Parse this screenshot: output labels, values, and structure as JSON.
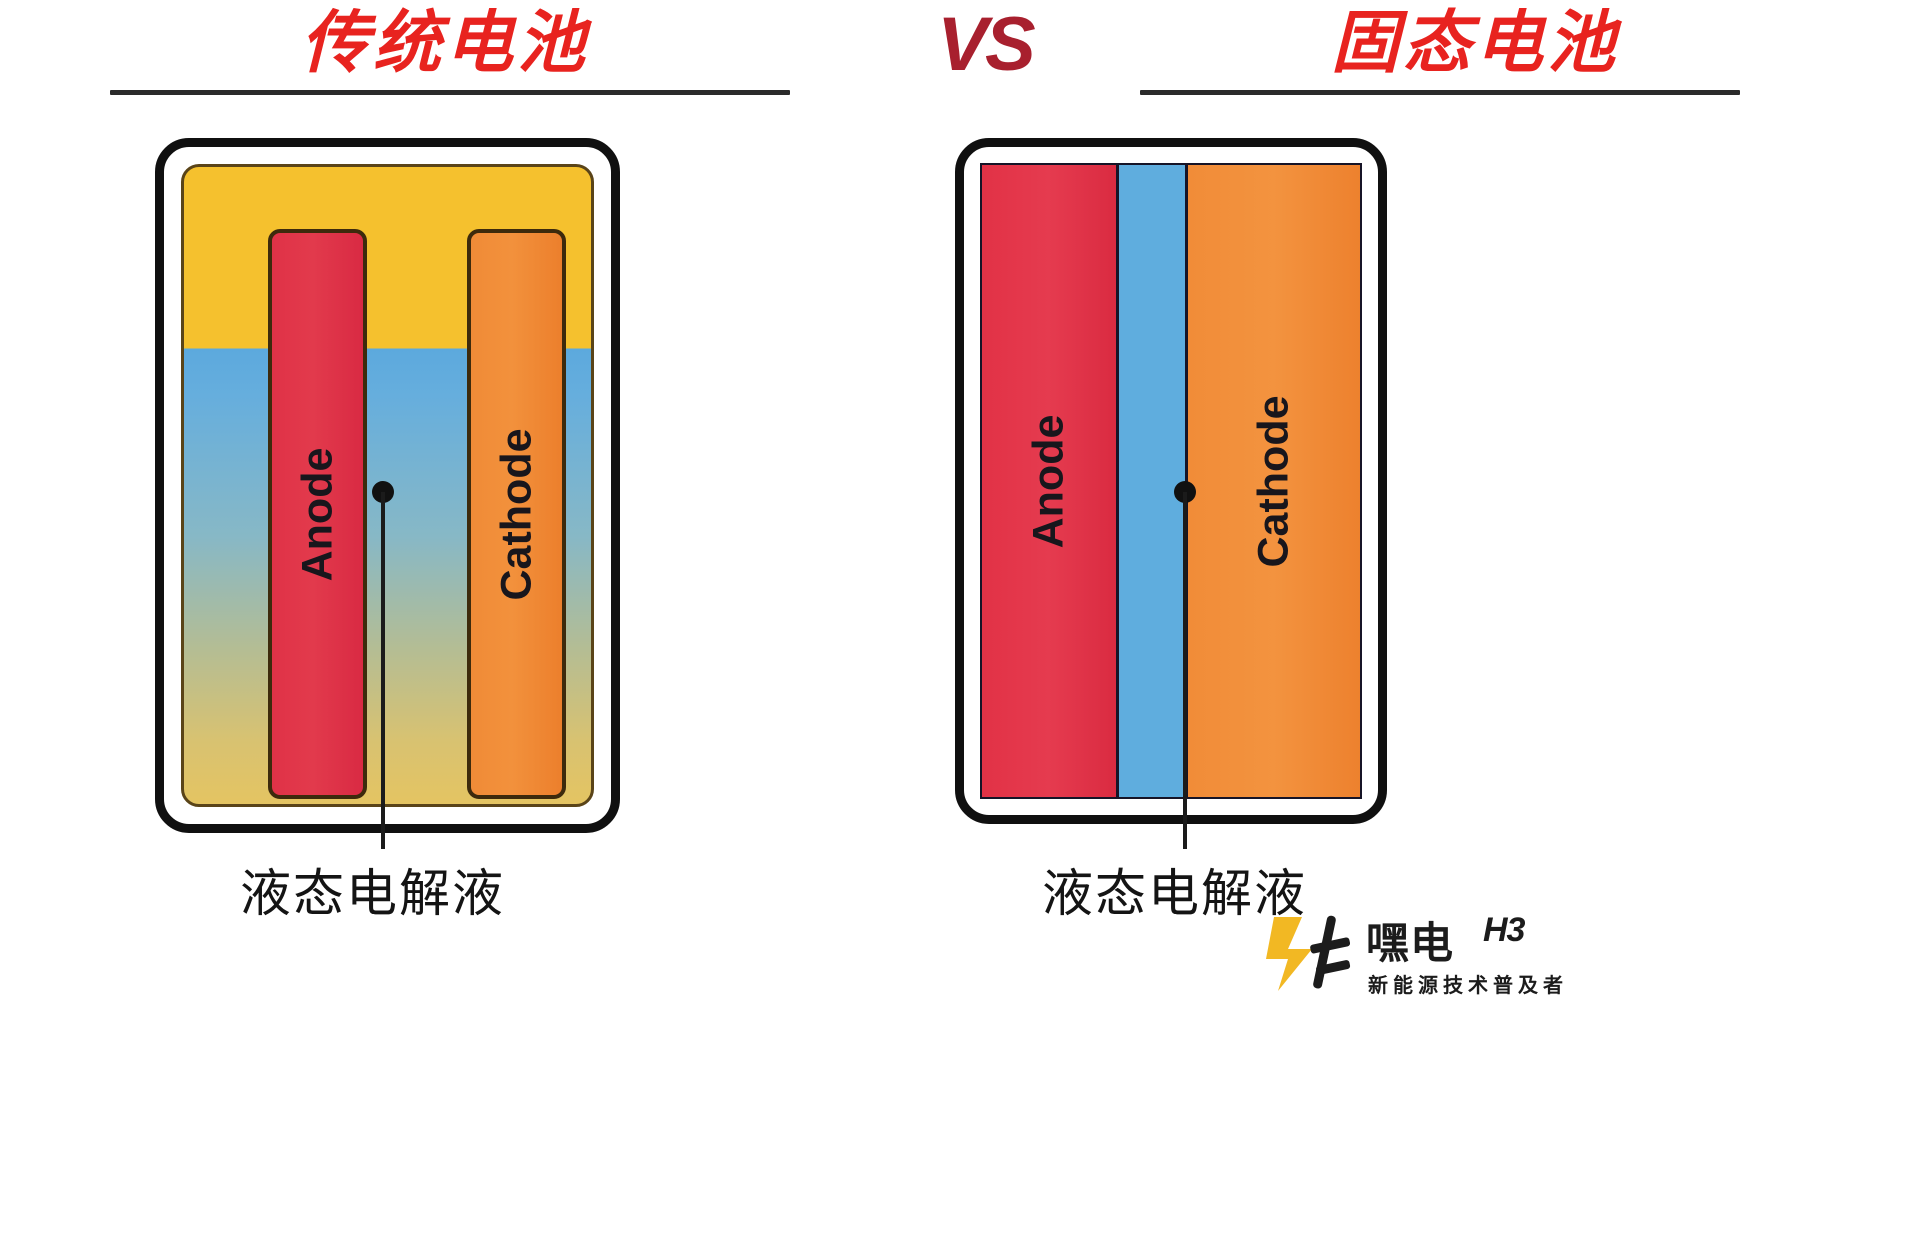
{
  "header": {
    "left_title": "传统电池",
    "vs_label": "VS",
    "right_title": "固态电池"
  },
  "colors": {
    "title_red": "#e8231f",
    "vs_crimson": "#a8202e",
    "shell_black": "#101010",
    "anode_red": "#e23246",
    "cathode_orange": "#f18c38",
    "electrolyte_blue": "#5fadde",
    "liquid_yellow": "#f5c12e",
    "logo_yellow": "#f2b823"
  },
  "left_battery": {
    "name": "传统电池",
    "anode_label": "Anode",
    "cathode_label": "Cathode",
    "callout_label": "液态电解液",
    "electrolyte_type": "liquid",
    "fill_top_color": "#f5c12e",
    "fill_liquid_color": "#5ca9dd"
  },
  "right_battery": {
    "name": "固态电池",
    "anode_label": "Anode",
    "cathode_label": "Cathode",
    "callout_label": "液态电解液",
    "electrolyte_type": "solid",
    "electrolyte_color": "#5fadde"
  },
  "logo": {
    "brand": "嘿电",
    "mark_text": "H3",
    "tagline": "新能源技术普及者"
  }
}
